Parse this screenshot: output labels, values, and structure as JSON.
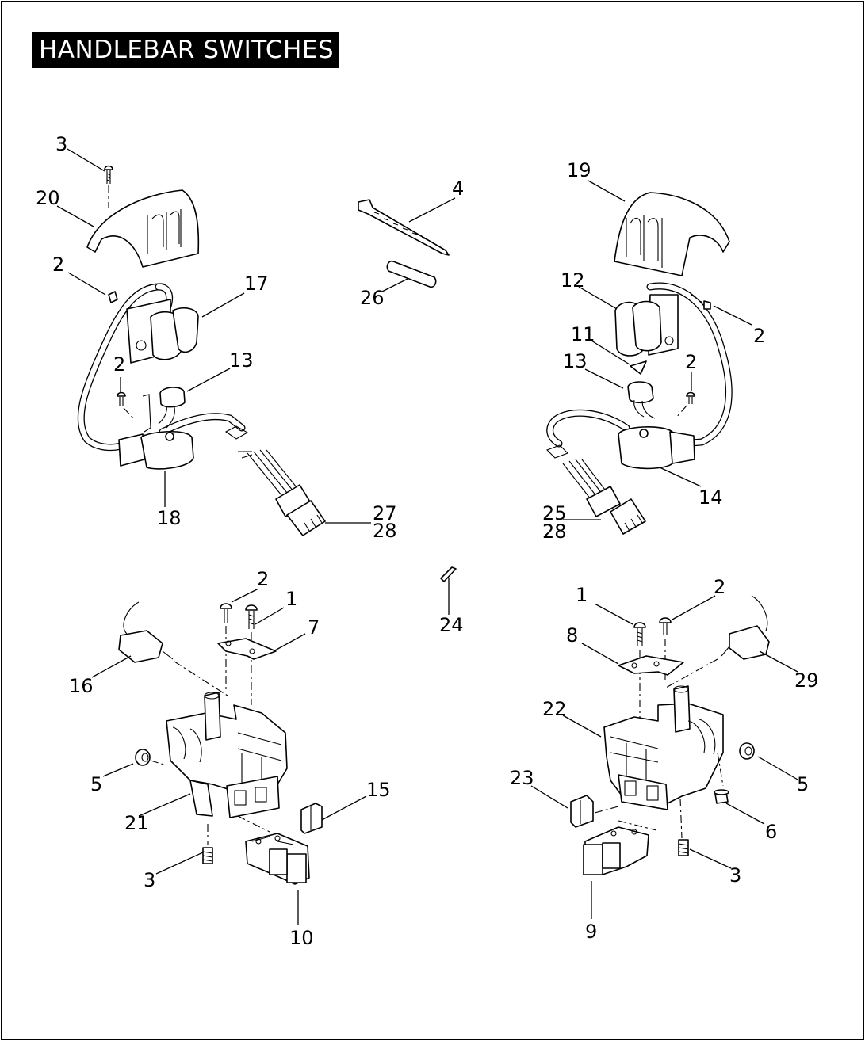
{
  "title": "HANDLEBAR SWITCHES",
  "callouts": [
    {
      "id": "c-3a",
      "label": "3"
    },
    {
      "id": "c-20",
      "label": "20"
    },
    {
      "id": "c-2a",
      "label": "2"
    },
    {
      "id": "c-17",
      "label": "17"
    },
    {
      "id": "c-2b",
      "label": "2"
    },
    {
      "id": "c-13a",
      "label": "13"
    },
    {
      "id": "c-18",
      "label": "18"
    },
    {
      "id": "c-27",
      "label": "27"
    },
    {
      "id": "c-28a",
      "label": "28"
    },
    {
      "id": "c-4",
      "label": "4"
    },
    {
      "id": "c-26",
      "label": "26"
    },
    {
      "id": "c-19",
      "label": "19"
    },
    {
      "id": "c-12",
      "label": "12"
    },
    {
      "id": "c-2c",
      "label": "2"
    },
    {
      "id": "c-11",
      "label": "11"
    },
    {
      "id": "c-13b",
      "label": "13"
    },
    {
      "id": "c-2d",
      "label": "2"
    },
    {
      "id": "c-14",
      "label": "14"
    },
    {
      "id": "c-25",
      "label": "25"
    },
    {
      "id": "c-28b",
      "label": "28"
    },
    {
      "id": "c-2e",
      "label": "2"
    },
    {
      "id": "c-1a",
      "label": "1"
    },
    {
      "id": "c-7",
      "label": "7"
    },
    {
      "id": "c-16",
      "label": "16"
    },
    {
      "id": "c-5a",
      "label": "5"
    },
    {
      "id": "c-21",
      "label": "21"
    },
    {
      "id": "c-15",
      "label": "15"
    },
    {
      "id": "c-3b",
      "label": "3"
    },
    {
      "id": "c-10",
      "label": "10"
    },
    {
      "id": "c-24",
      "label": "24"
    },
    {
      "id": "c-1b",
      "label": "1"
    },
    {
      "id": "c-2f",
      "label": "2"
    },
    {
      "id": "c-8",
      "label": "8"
    },
    {
      "id": "c-29",
      "label": "29"
    },
    {
      "id": "c-22",
      "label": "22"
    },
    {
      "id": "c-5b",
      "label": "5"
    },
    {
      "id": "c-23",
      "label": "23"
    },
    {
      "id": "c-6",
      "label": "6"
    },
    {
      "id": "c-3c",
      "label": "3"
    },
    {
      "id": "c-9",
      "label": "9"
    }
  ]
}
